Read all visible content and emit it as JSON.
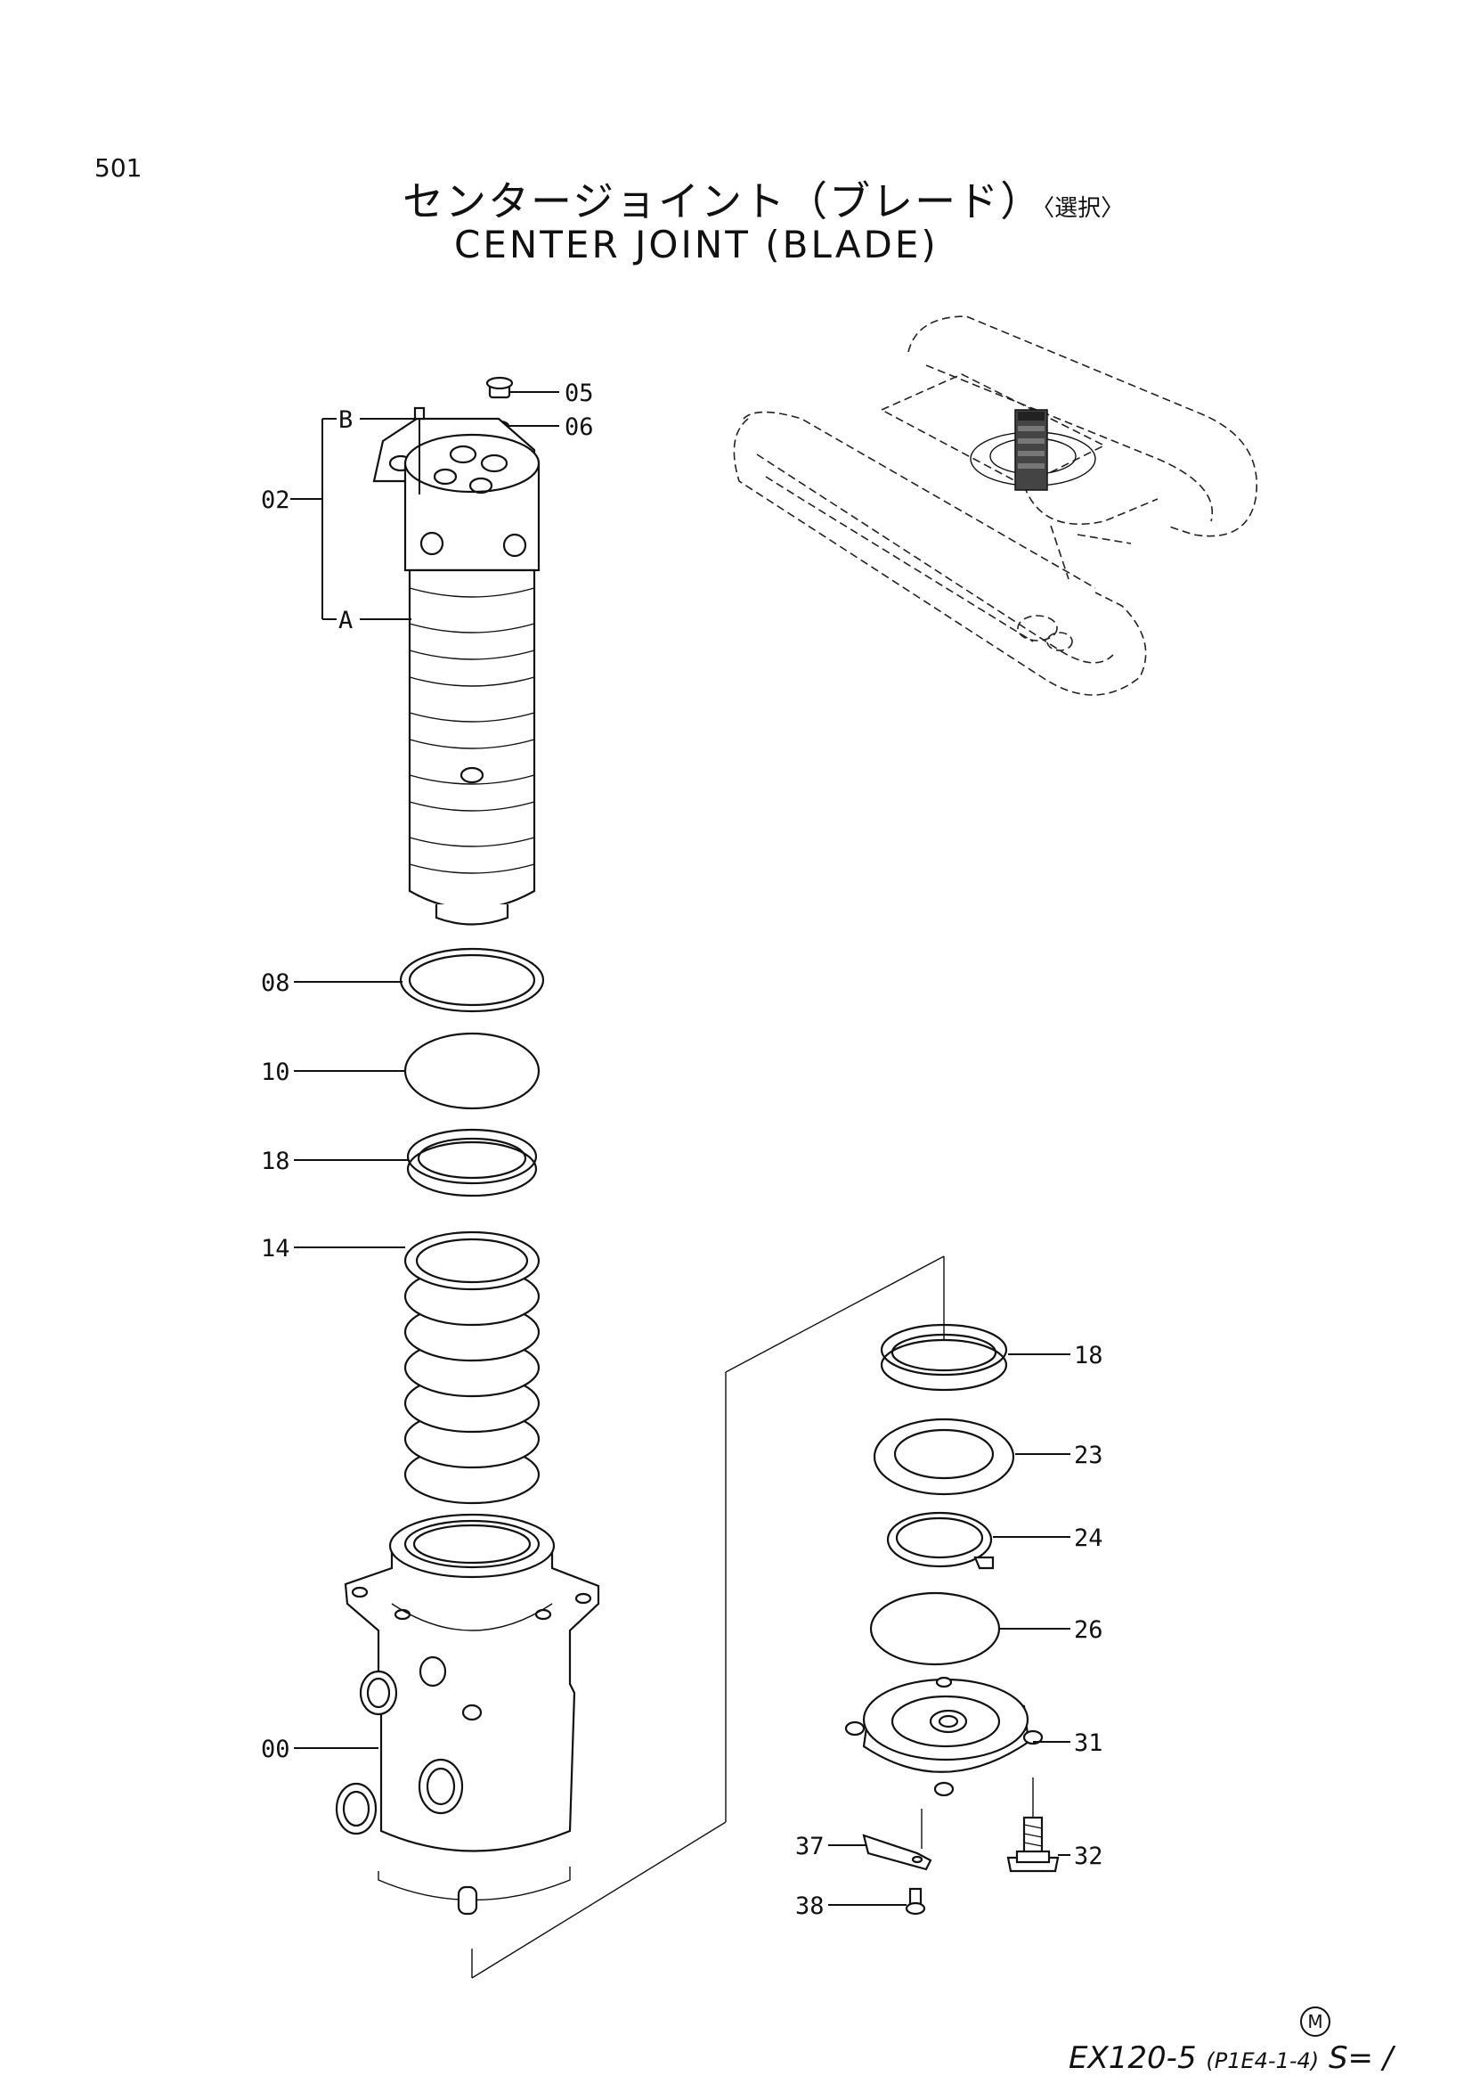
{
  "page_number": "501",
  "title_jp": "センタージョイント（ブレード）",
  "title_jp_note": "〈選択〉",
  "title_en": "CENTER JOINT (BLADE)",
  "mark": "M",
  "footer": {
    "model": "EX120-5",
    "code": "(P1E4-1-4)",
    "scale": "S= /"
  },
  "callouts": [
    {
      "id": "05",
      "label": "05"
    },
    {
      "id": "06",
      "label": "06"
    },
    {
      "id": "B",
      "label": "B"
    },
    {
      "id": "02",
      "label": "02"
    },
    {
      "id": "A",
      "label": "A"
    },
    {
      "id": "08",
      "label": "08"
    },
    {
      "id": "10",
      "label": "10"
    },
    {
      "id": "18a",
      "label": "18"
    },
    {
      "id": "14",
      "label": "14"
    },
    {
      "id": "00",
      "label": "00"
    },
    {
      "id": "18b",
      "label": "18"
    },
    {
      "id": "23",
      "label": "23"
    },
    {
      "id": "24",
      "label": "24"
    },
    {
      "id": "26",
      "label": "26"
    },
    {
      "id": "31",
      "label": "31"
    },
    {
      "id": "32",
      "label": "32"
    },
    {
      "id": "37",
      "label": "37"
    },
    {
      "id": "38",
      "label": "38"
    }
  ]
}
